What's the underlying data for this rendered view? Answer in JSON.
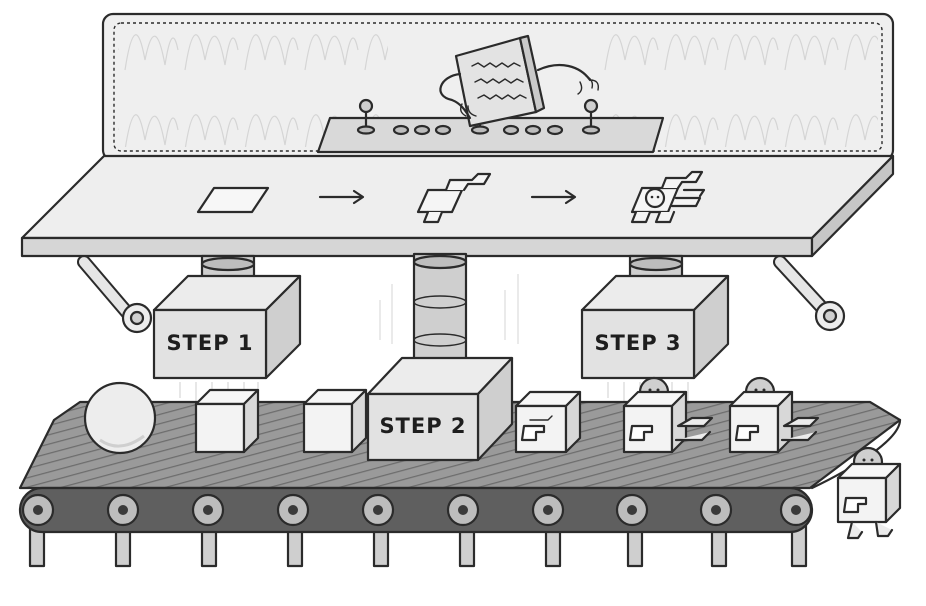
{
  "labels": {
    "step1": "STEP 1",
    "step2": "STEP 2",
    "step3": "STEP 3"
  },
  "colors": {
    "panel": "#eeeeee",
    "table": "#ececec",
    "block": "#e6e6e6",
    "belt": "#8e8e8e",
    "ink": "#2b2b2b"
  }
}
